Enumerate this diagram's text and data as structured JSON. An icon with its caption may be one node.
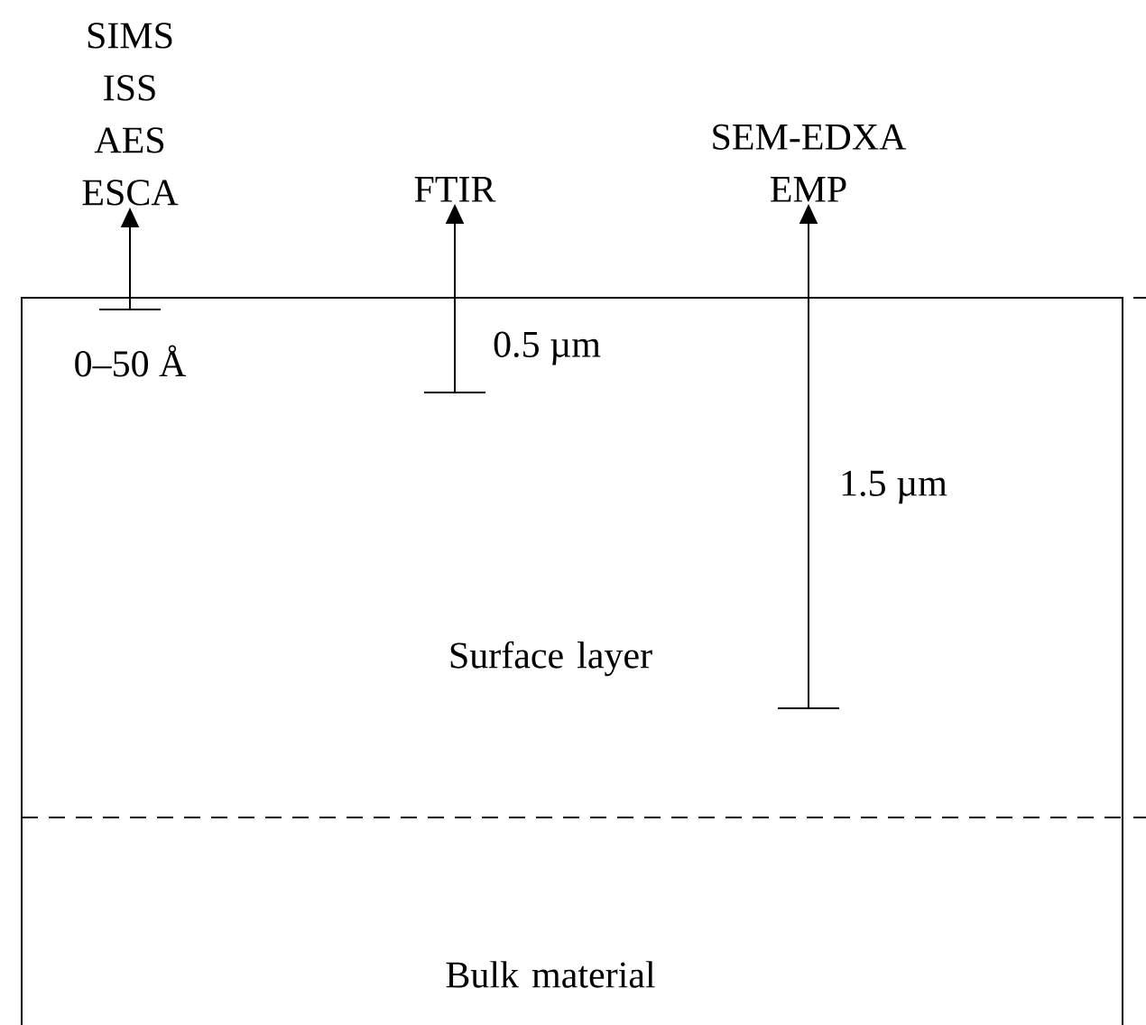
{
  "diagram": {
    "nodes": [
      {
        "text": [
          "SIMS ISS AES ESCA"
        ]
      },
      {
        "text": [
          "FTIR"
        ]
      },
      {
        "text": [
          "SEM-EDXA EMP"
        ]
      },
      {
        "text": [
          "Surface layer"
        ]
      },
      {
        "text": [
          "Bulk material"
        ]
      }
    ],
    "edges": [
      {
        "from": null,
        "to": 0,
        "arrow": "to"
      },
      {
        "from": null,
        "to": 1,
        "arrow": "to"
      },
      {
        "from": null,
        "to": 2,
        "arrow": "to"
      }
    ],
    "labels": [
      "0–50 Å",
      "0.5 µm",
      "1.5 µm"
    ]
  }
}
